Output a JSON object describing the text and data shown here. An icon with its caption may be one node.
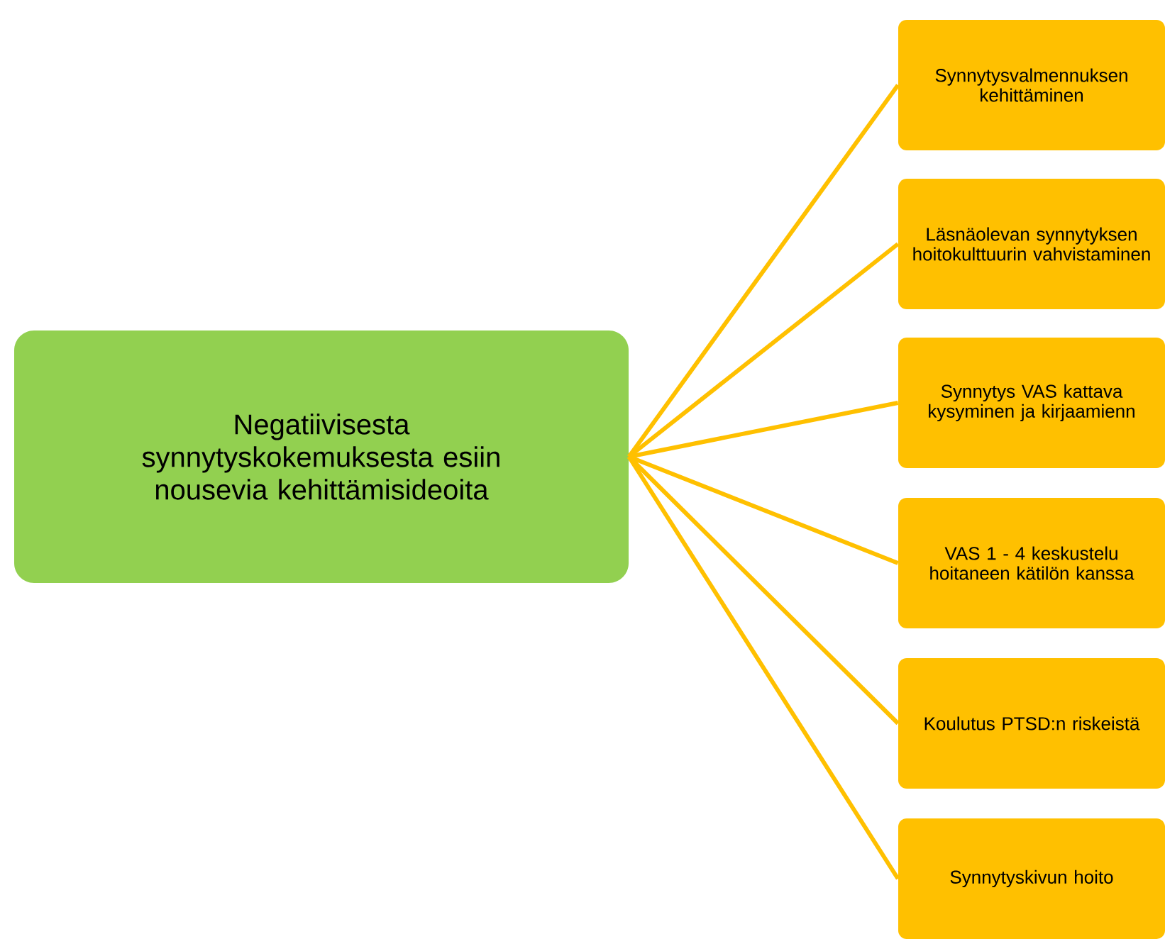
{
  "diagram": {
    "nodes": [
      {
        "text": [
          "Negatiivisesta synnytyskokemuksesta esiin nousevia kehittämisideoita"
        ]
      },
      {
        "text": [
          "Synnytysvalmennuksen kehittäminen"
        ]
      },
      {
        "text": [
          "Läsnäolevan synnytyksen hoitokulttuurin vahvistaminen"
        ]
      },
      {
        "text": [
          "Synnytys VAS kattava kysyminen ja kirjaamienn"
        ]
      },
      {
        "text": [
          "VAS 1 - 4 keskustelu hoitaneen kätilön kanssa"
        ]
      },
      {
        "text": [
          "Koulutus PTSD:n riskeistä"
        ]
      },
      {
        "text": [
          "Synnytyskivun hoito"
        ]
      }
    ],
    "edges": [
      {
        "from": 0,
        "to": 1,
        "arrow": "none"
      },
      {
        "from": 0,
        "to": 2,
        "arrow": "none"
      },
      {
        "from": 0,
        "to": 3,
        "arrow": "none"
      },
      {
        "from": 0,
        "to": 4,
        "arrow": "none"
      },
      {
        "from": 0,
        "to": 5,
        "arrow": "none"
      },
      {
        "from": 0,
        "to": 6,
        "arrow": "none"
      }
    ]
  }
}
